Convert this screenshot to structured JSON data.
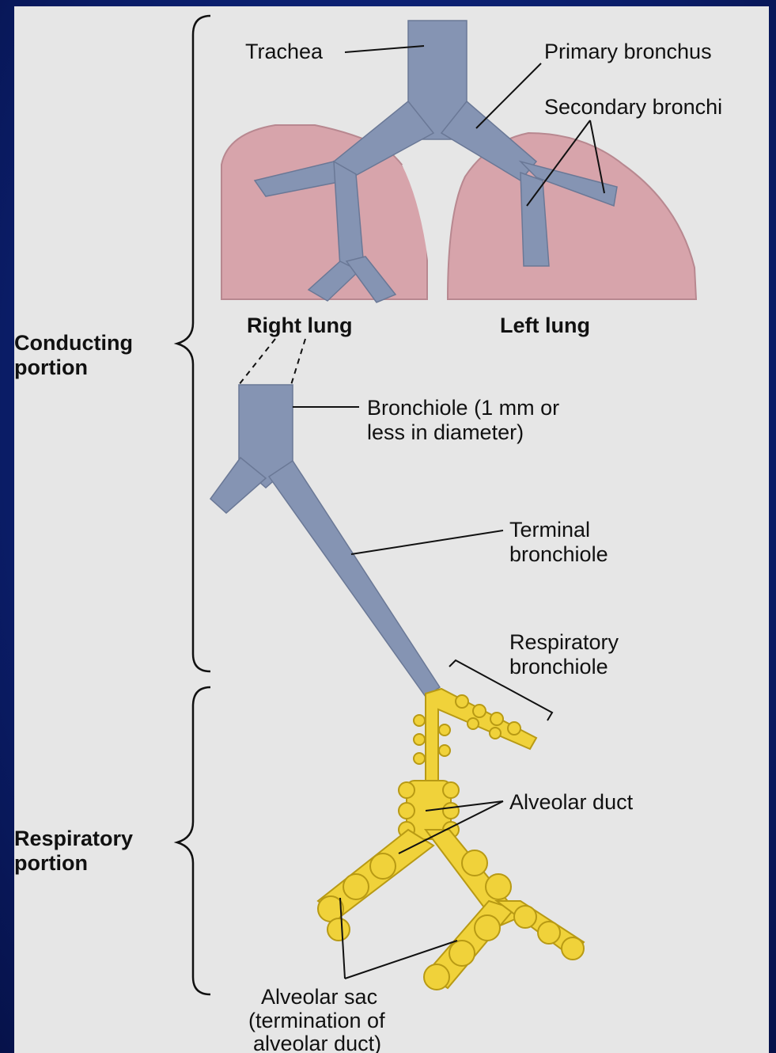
{
  "labels": {
    "trachea": "Trachea",
    "primary_bronchus": "Primary bronchus",
    "secondary_bronchi": "Secondary bronchi",
    "right_lung": "Right lung",
    "left_lung": "Left lung",
    "conducting_line1": "Conducting",
    "conducting_line2": "portion",
    "bronchiole_line1": "Bronchiole (1 mm or",
    "bronchiole_line2": "less in diameter)",
    "terminal_line1": "Terminal",
    "terminal_line2": "bronchiole",
    "respiratory_bronchiole_line1": "Respiratory",
    "respiratory_bronchiole_line2": "bronchiole",
    "alveolar_duct": "Alveolar duct",
    "respiratory_line1": "Respiratory",
    "respiratory_line2": "portion",
    "alveolar_sac_line1": "Alveolar sac",
    "alveolar_sac_line2": "(termination of",
    "alveolar_sac_line3": "alveolar duct)"
  },
  "colors": {
    "slide_background": "#0a1f6e",
    "panel_background": "#e6e6e6",
    "lung": "#d7a4ab",
    "airway": "#8594b3",
    "alveoli": "#f0d23a",
    "line": "#111111"
  }
}
